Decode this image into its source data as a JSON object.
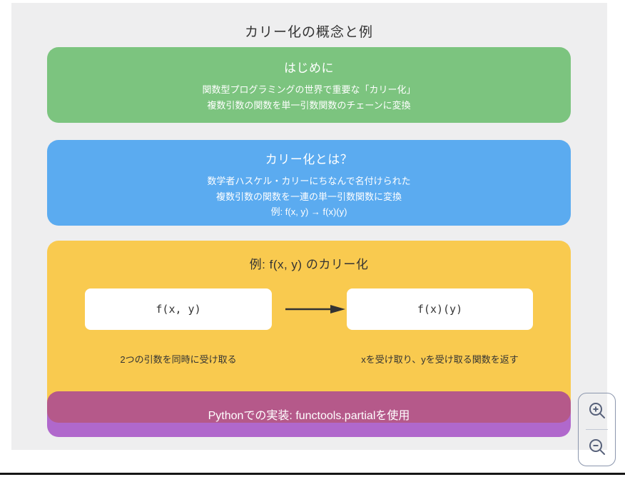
{
  "title": "カリー化の概念と例",
  "sections": {
    "intro": {
      "title": "はじめに",
      "lines": [
        "関数型プログラミングの世界で重要な「カリー化」",
        "複数引数の関数を単一引数関数のチェーンに変換"
      ]
    },
    "definition": {
      "title": "カリー化とは？",
      "lines": [
        "数学者ハスケル・カリーにちなんで名付けられた",
        "複数引数の関数を一連の単一引数関数に変換",
        "例: f(x, y) → f(x)(y)"
      ]
    },
    "example": {
      "title": "例: f(x, y) のカリー化",
      "before": {
        "code": "f(x, y)",
        "caption": "2つの引数を同時に受け取る"
      },
      "after": {
        "code": "f(x)(y)",
        "caption": "xを受け取り、yを受け取る関数を返す"
      }
    },
    "implementation": {
      "text": "Pythonでの実装: functools.partialを使用"
    }
  },
  "icons": {
    "arrow": "right-arrow",
    "zoom_in": "magnifier-plus",
    "zoom_out": "magnifier-minus"
  },
  "colors": {
    "canvas_background": "#eeeeef",
    "intro_box": "#7cc47f",
    "definition_box": "#5babf0",
    "example_box": "#f9ca4f",
    "implementation_overlay": "rgba(133,10,180,0.59)",
    "dark_text": "#333333",
    "light_text": "#ffffff",
    "zoom_icon": "#57617a"
  }
}
